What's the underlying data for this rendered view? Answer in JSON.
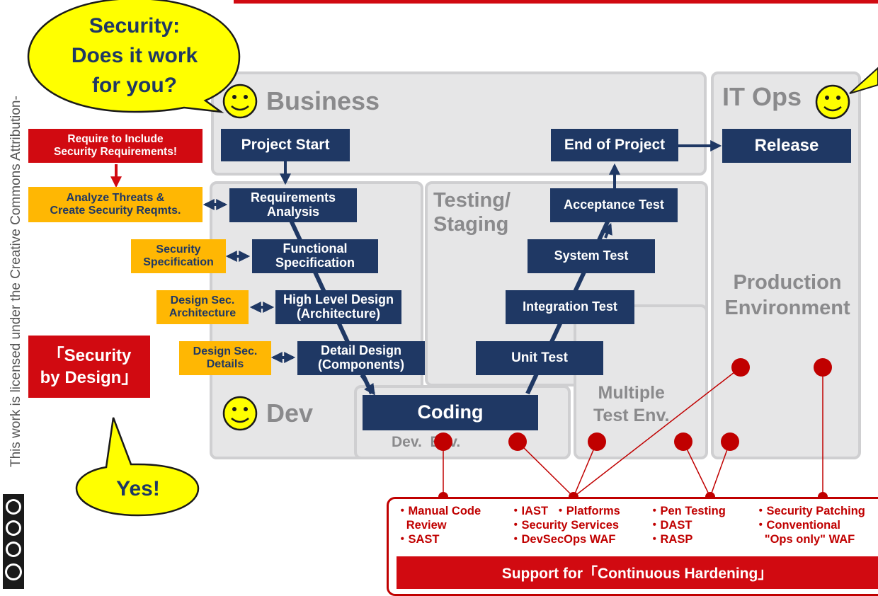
{
  "license": {
    "text": "This work is licensed under the Creative Commons Attribution-",
    "badge": "BY NC ND"
  },
  "bubbles": {
    "security_question": "Security:\nDoes it work\nfor you?",
    "yes": "Yes!"
  },
  "zones": {
    "business": "Business",
    "it_ops": "IT Ops",
    "testing": "Testing/\nStaging",
    "dev": "Dev",
    "dev_env": "Dev.  Env.",
    "multiple_test_env": "Multiple\nTest Env.",
    "production": "Production\nEnvironment"
  },
  "process": {
    "project_start": "Project Start",
    "end_of_project": "End of Project",
    "release": "Release",
    "requirements": "Requirements\nAnalysis",
    "functional": "Functional\nSpecification",
    "high_level": "High Level Design\n(Architecture)",
    "detail": "Detail Design\n(Components)",
    "coding": "Coding",
    "unit_test": "Unit Test",
    "integration_test": "Integration Test",
    "system_test": "System Test",
    "acceptance_test": "Acceptance Test"
  },
  "security_activities": {
    "require": "Require to Include\nSecurity Requirements!",
    "threats": "Analyze Threats  &\nCreate Security Reqmts.",
    "spec": "Security\nSpecification",
    "arch": "Design Sec.\nArchitecture",
    "details": "Design Sec.\nDetails",
    "security_by_design": "「Security\nby Design」"
  },
  "tools": {
    "col1": "・Manual Code\n   Review\n・SAST",
    "col2": "・IAST  ・Platforms\n・Security Services\n・DevSecOps WAF",
    "col3": "・Pen Testing\n・DAST\n・RASP",
    "col4": "・Security Patching\n・Conventional\n   \"Ops only\" WAF"
  },
  "footer": {
    "continuous_hardening": "Support for「Continuous Hardening」"
  },
  "colors": {
    "navy": "#1f3864",
    "red": "#d10a11",
    "orange": "#ffb703",
    "yellow": "#ffff00",
    "zone_gray": "#e6e6e7"
  }
}
